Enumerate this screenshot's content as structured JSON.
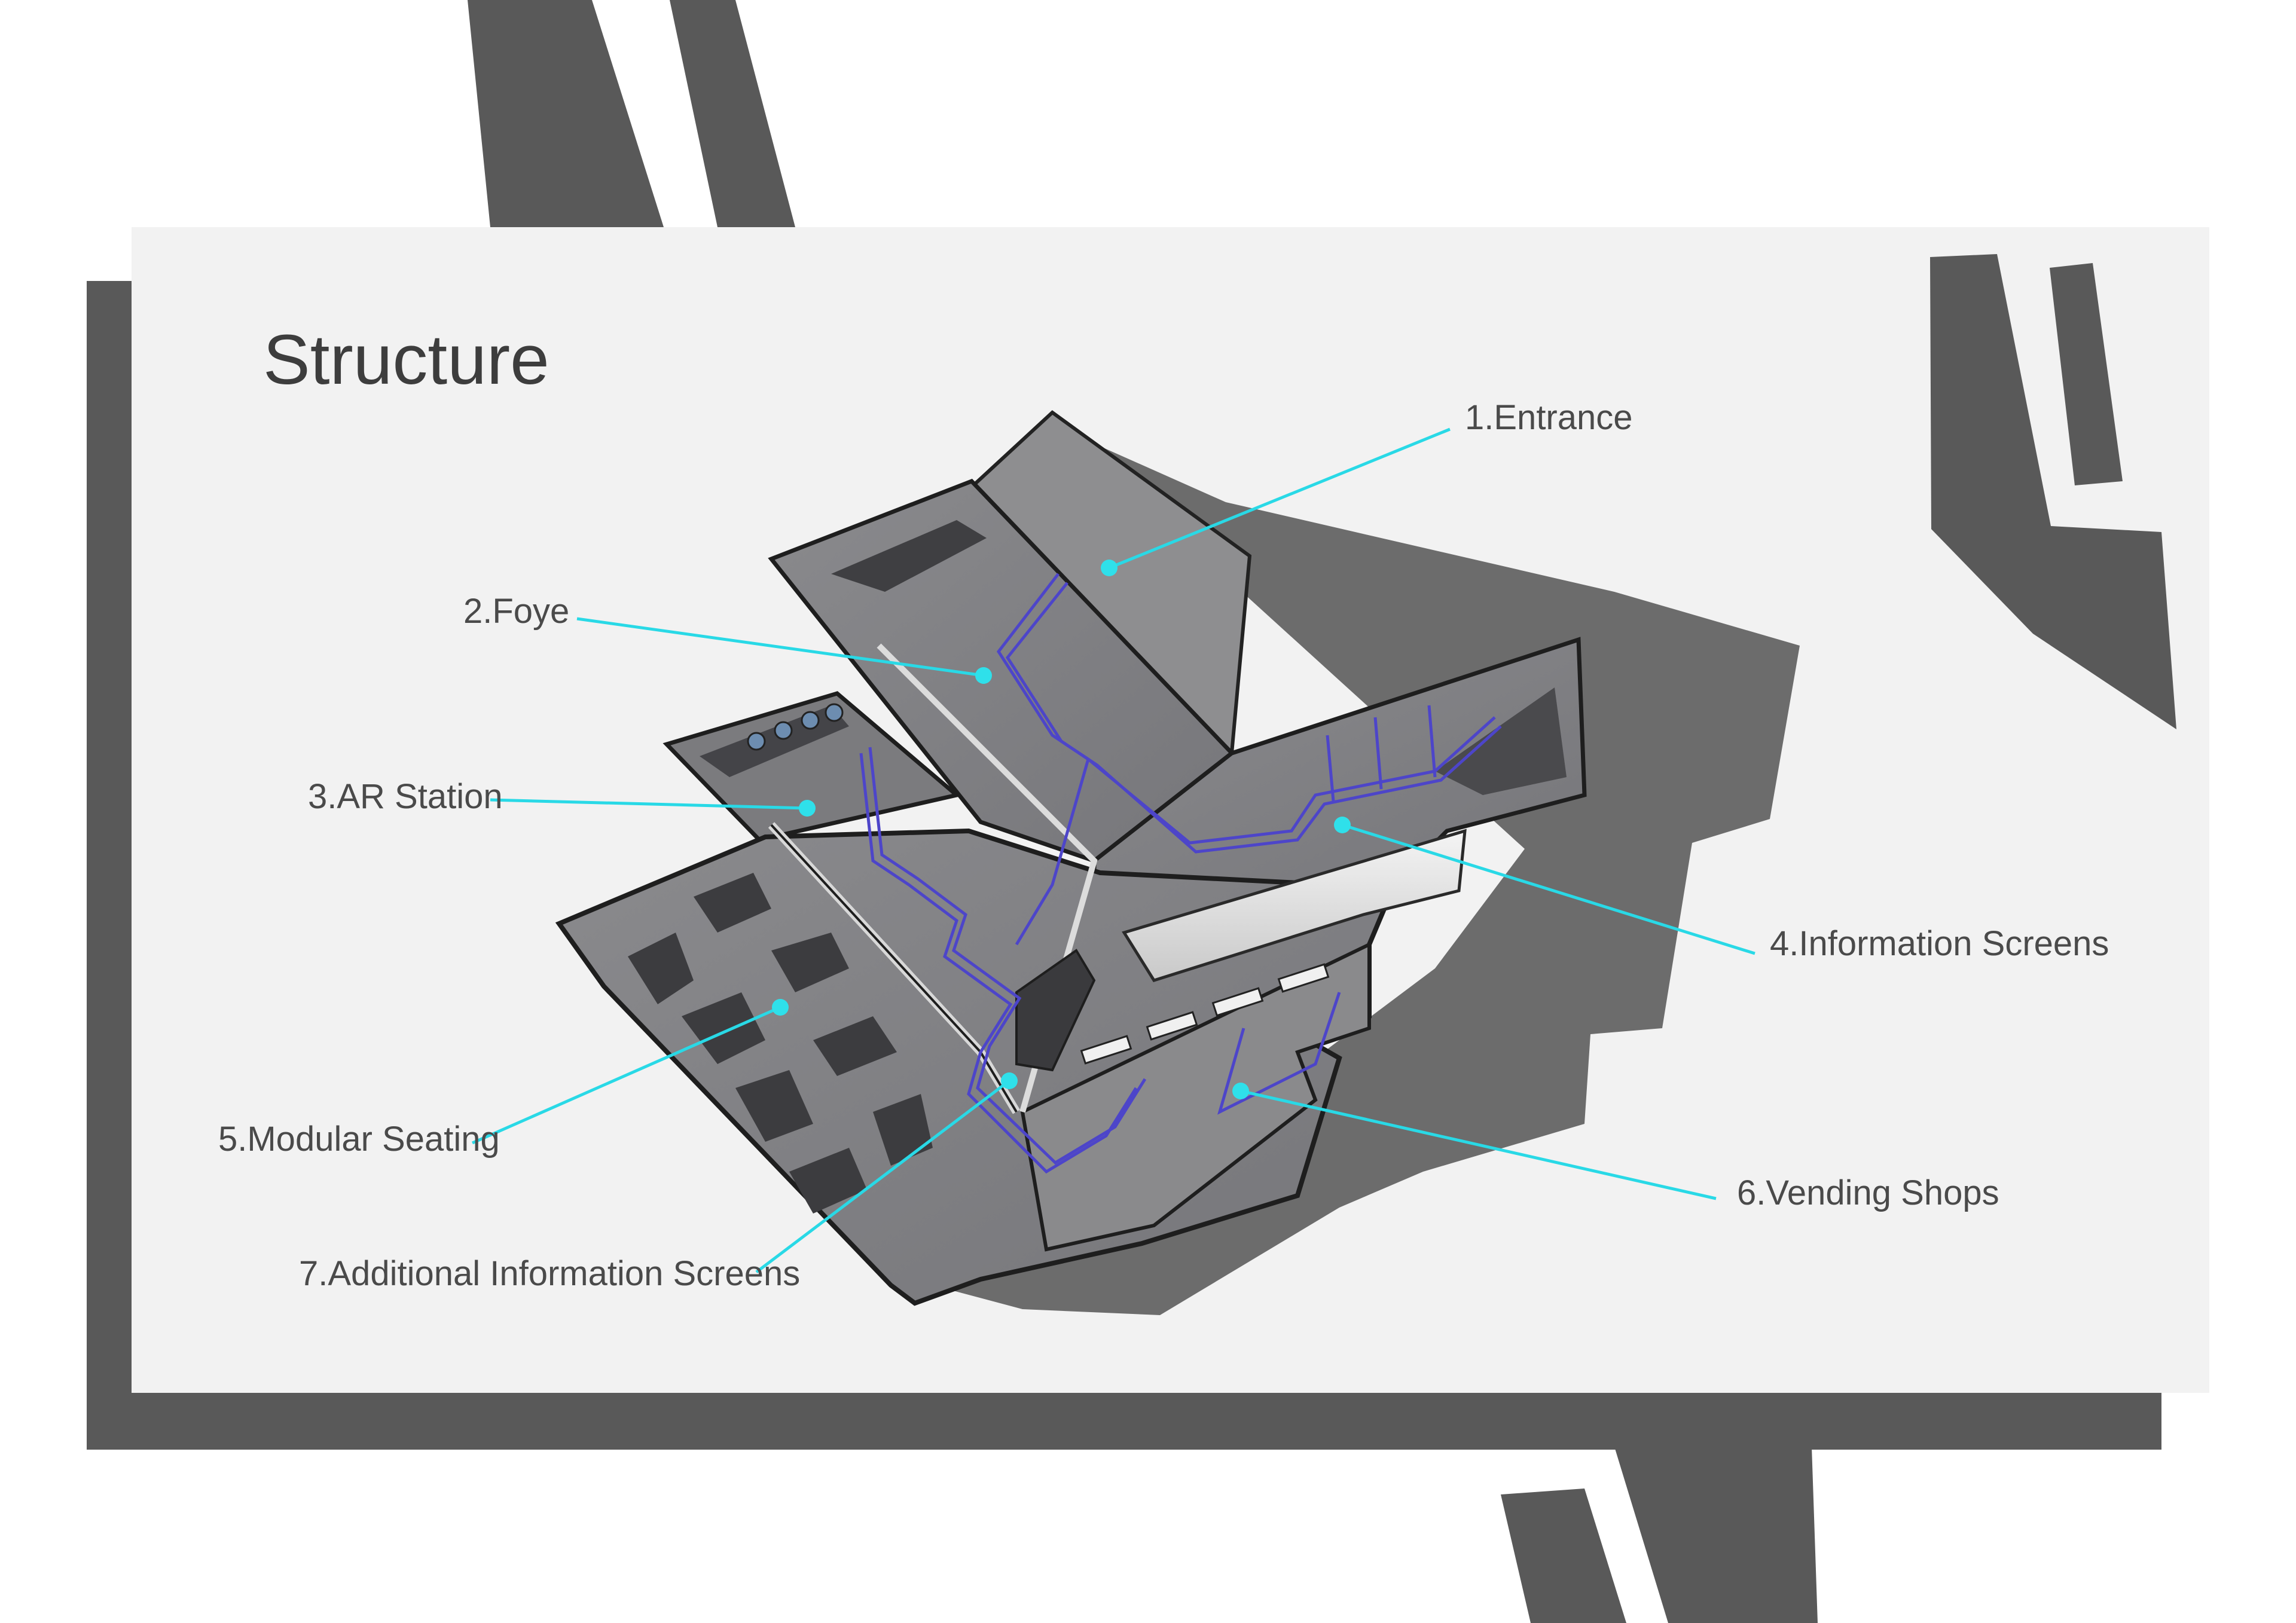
{
  "title": "Structure",
  "colors": {
    "callout_line": "#29d9e6",
    "callout_dot": "#2fe0ea",
    "circulation_path": "#4d45c9",
    "frame_dark": "#595959",
    "panel_bg": "#f2f2f2",
    "building_floor": "#7f7f82",
    "building_shadow": "#6c6c6c"
  },
  "callouts": [
    {
      "id": "entrance",
      "label": "1.Entrance"
    },
    {
      "id": "foyer",
      "label": "2.Foye"
    },
    {
      "id": "ar-station",
      "label": "3.AR Station"
    },
    {
      "id": "information-screens",
      "label": "4.Information Screens"
    },
    {
      "id": "modular-seating",
      "label": "5.Modular Seating"
    },
    {
      "id": "vending-shops",
      "label": "6.Vending Shops"
    },
    {
      "id": "additional-information-screens",
      "label": "7.Additional Information Screens"
    }
  ]
}
